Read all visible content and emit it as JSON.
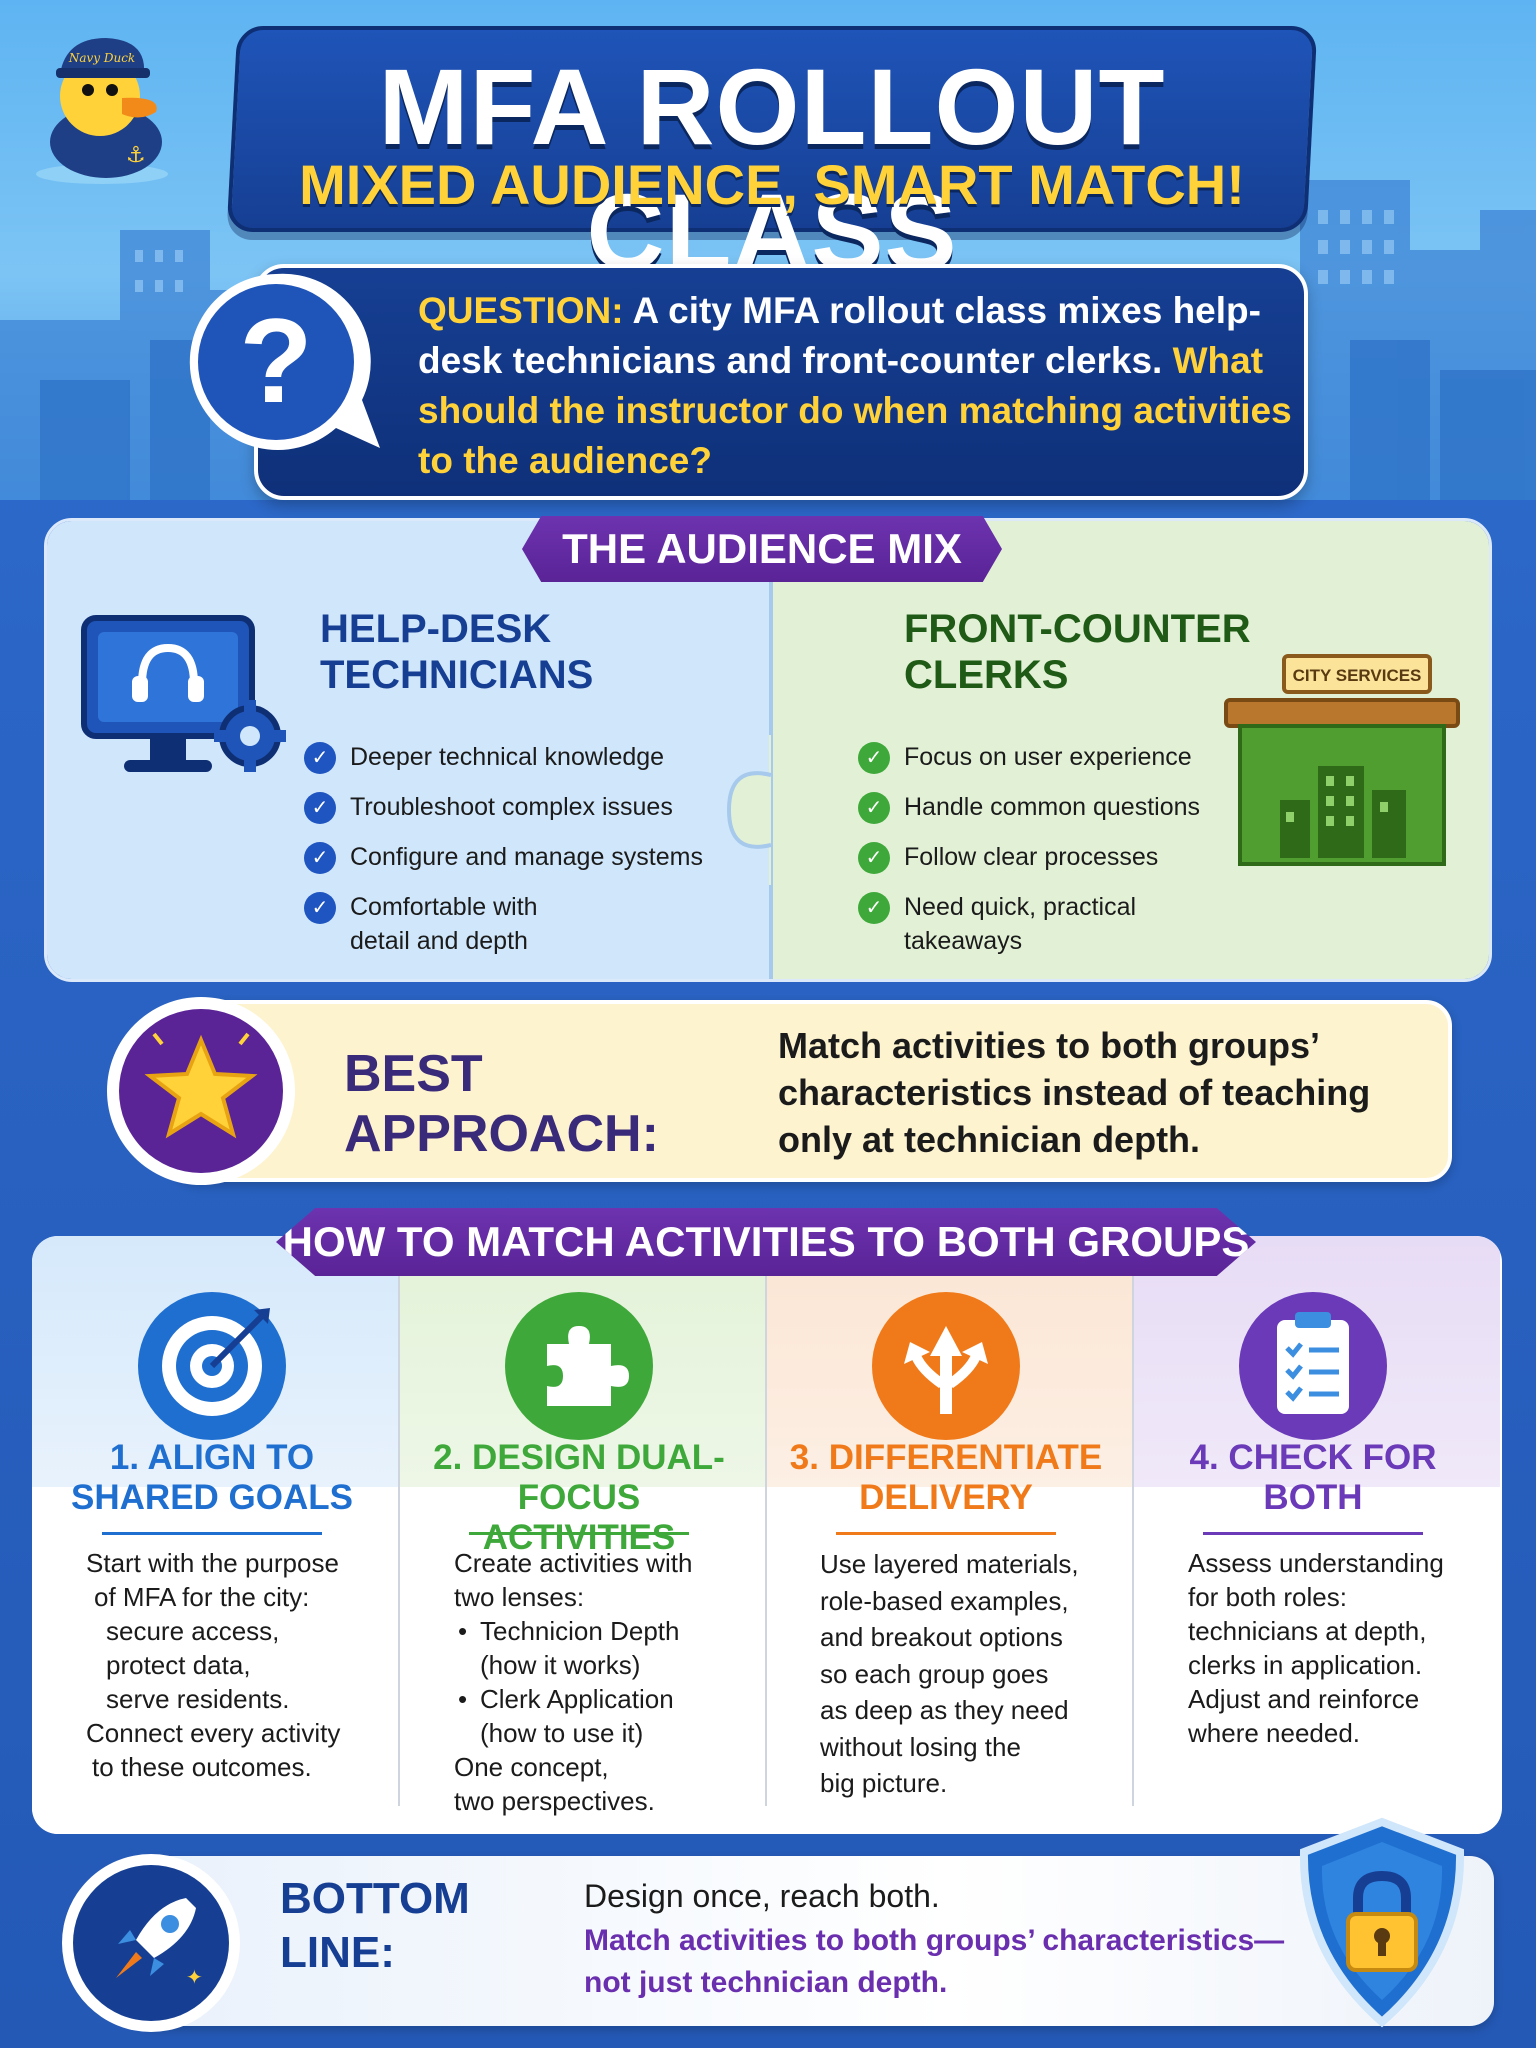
{
  "header": {
    "title": "MFA ROLLOUT CLASS",
    "subtitle": "MIXED AUDIENCE, SMART MATCH!",
    "mascot_cap_text": "Navy Duck"
  },
  "question": {
    "label": "QUESTION:",
    "text": "A city MFA rollout class mixes help-desk technicians and front-counter clerks.",
    "highlight": "What should the instructor do when matching activities to the audience?"
  },
  "audience": {
    "heading": "THE AUDIENCE MIX",
    "helpdesk": {
      "title_line1": "HELP-DESK",
      "title_line2": "TECHNICIANS",
      "items": [
        "Deeper technical knowledge",
        "Troubleshoot complex issues",
        "Configure and manage systems",
        "Comfortable with detail and depth"
      ]
    },
    "clerks": {
      "title_line1": "FRONT-COUNTER",
      "title_line2": "CLERKS",
      "items": [
        "Focus on user experience",
        "Handle common questions",
        "Follow clear processes",
        "Need quick, practical takeaways"
      ],
      "sign_text": "CITY SERVICES"
    }
  },
  "best_approach": {
    "label": "BEST APPROACH:",
    "text": "Match activities to both groups’ characteristics instead of teaching only at technician depth."
  },
  "how_to": {
    "heading": "HOW TO MATCH ACTIVITIES TO BOTH GROUPS",
    "steps": [
      {
        "title_line1": "1. ALIGN TO",
        "title_line2": "SHARED GOALS",
        "lines": [
          "Start with the purpose",
          "of MFA for the city:",
          "secure access,",
          "protect data,",
          "serve residents.",
          "Connect every activity",
          "to these outcomes."
        ]
      },
      {
        "title_line1": "2. DESIGN DUAL-FOCUS",
        "title_line2": "ACTIVITIES",
        "intro": [
          "Create activities with",
          "two lenses:"
        ],
        "bullets": [
          {
            "main": "Technicion Depth",
            "sub": "(how it works)"
          },
          {
            "main": "Clerk Application",
            "sub": "(how to use it)"
          }
        ],
        "outro": [
          "One concept,",
          "two perspectives."
        ]
      },
      {
        "title_line1": "3. DIFFERENTIATE",
        "title_line2": "DELIVERY",
        "lines": [
          "Use layered materials,",
          "role-based examples,",
          "and breakout options",
          "so each group goes",
          "as deep as they need",
          "without losing the",
          "big picture."
        ]
      },
      {
        "title_line1": "4. CHECK FOR",
        "title_line2": "BOTH",
        "lines": [
          "Assess understanding",
          "for both roles:",
          "technicians at depth,",
          "clerks in application.",
          "Adjust and reinforce",
          "where needed."
        ]
      }
    ]
  },
  "bottom_line": {
    "label": "BOTTOM LINE:",
    "line1": "Design once, reach both.",
    "line2": "Match activities to both groups’ characteristics—",
    "line3": "not just technician depth."
  },
  "colors": {
    "navy": "#163f93",
    "yellow": "#ffd23a",
    "purple": "#6d33b0",
    "blue_step": "#1f6fd0",
    "green_step": "#3ea93a",
    "orange_step": "#f07a1a",
    "violet_step": "#6a3ab8"
  }
}
